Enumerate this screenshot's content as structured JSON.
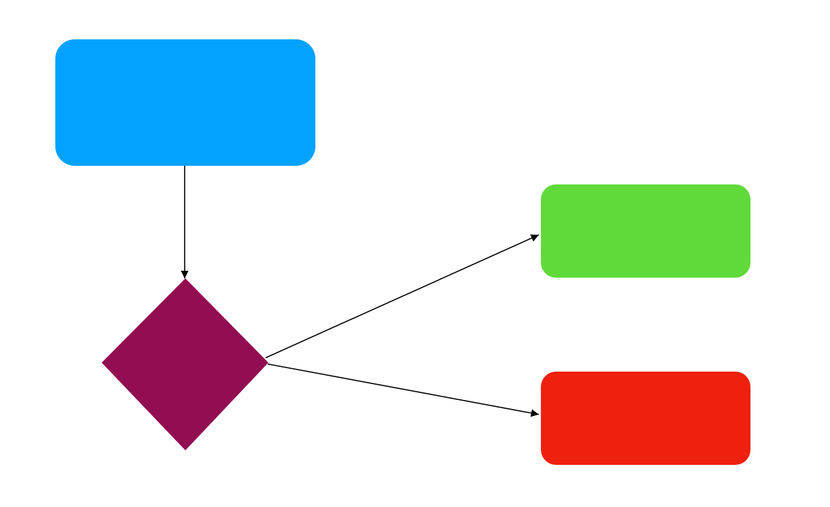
{
  "diagram": {
    "nodes": [
      {
        "id": "start",
        "shape": "rounded-rect",
        "color": "#03A2FF",
        "text": ""
      },
      {
        "id": "decision",
        "shape": "diamond",
        "color": "#920D52",
        "text": ""
      },
      {
        "id": "outcome-yes",
        "shape": "rounded-rect",
        "color": "#5FDA3A",
        "text": ""
      },
      {
        "id": "outcome-no",
        "shape": "rounded-rect",
        "color": "#EE200E",
        "text": ""
      }
    ],
    "edges": [
      {
        "from": "start",
        "to": "decision",
        "color": "#000000"
      },
      {
        "from": "decision",
        "to": "outcome-yes",
        "color": "#000000"
      },
      {
        "from": "decision",
        "to": "outcome-no",
        "color": "#000000"
      }
    ]
  }
}
